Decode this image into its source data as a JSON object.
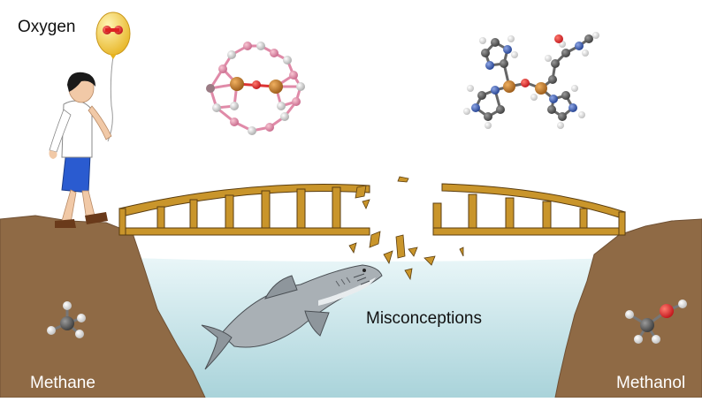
{
  "labels": {
    "oxygen": "Oxygen",
    "methane": "Methane",
    "methanol": "Methanol",
    "misconceptions": "Misconceptions"
  },
  "colors": {
    "rock": "#8f6a45",
    "water": "#d2ebef",
    "bridge": "#c9952b",
    "balloon": "#f6d14b",
    "oxygen_atom": "#e0262a",
    "copper_atom": "#c27a2a",
    "nitrogen_atom": "#3a5fb0",
    "carbon_atom": "#555555",
    "hydrogen_atom": "#ffffff",
    "zeolite_node": "#e49bb1"
  }
}
